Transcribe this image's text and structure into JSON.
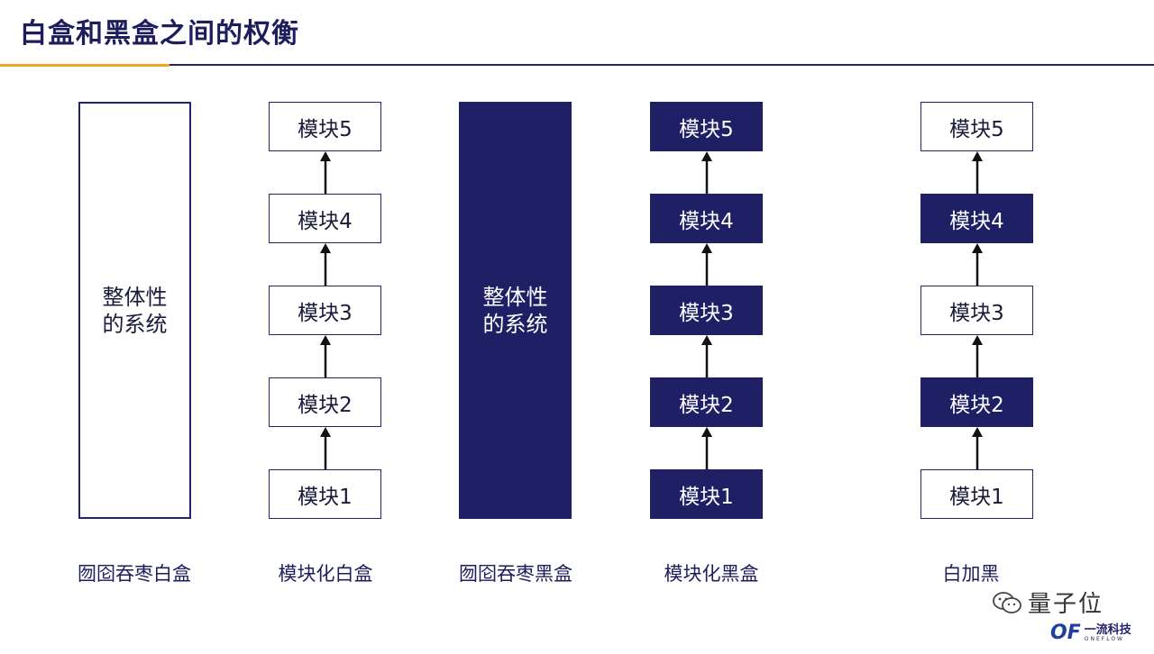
{
  "header": {
    "title": "白盒和黑盒之间的权衡",
    "accent_color": "#f0a51e",
    "primary_color": "#23236e"
  },
  "columns": [
    {
      "caption": "囫囵吞枣白盒",
      "kind": "whole",
      "style": "white",
      "text_line1": "整体性",
      "text_line2": "的系统"
    },
    {
      "caption": "模块化白盒",
      "kind": "modules",
      "modules": [
        {
          "label": "模块5",
          "style": "white"
        },
        {
          "label": "模块4",
          "style": "white"
        },
        {
          "label": "模块3",
          "style": "white"
        },
        {
          "label": "模块2",
          "style": "white"
        },
        {
          "label": "模块1",
          "style": "white"
        }
      ]
    },
    {
      "caption": "囫囵吞枣黑盒",
      "kind": "whole",
      "style": "dark",
      "text_line1": "整体性",
      "text_line2": "的系统"
    },
    {
      "caption": "模块化黑盒",
      "kind": "modules",
      "modules": [
        {
          "label": "模块5",
          "style": "dark"
        },
        {
          "label": "模块4",
          "style": "dark"
        },
        {
          "label": "模块3",
          "style": "dark"
        },
        {
          "label": "模块2",
          "style": "dark"
        },
        {
          "label": "模块1",
          "style": "dark"
        }
      ]
    },
    {
      "caption": "白加黑",
      "kind": "modules",
      "modules": [
        {
          "label": "模块5",
          "style": "white"
        },
        {
          "label": "模块4",
          "style": "dark"
        },
        {
          "label": "模块3",
          "style": "white"
        },
        {
          "label": "模块2",
          "style": "dark"
        },
        {
          "label": "模块1",
          "style": "white"
        }
      ]
    }
  ],
  "watermark": {
    "text": "量子位",
    "brand_mark": "OF",
    "brand_name": "一流科技",
    "brand_sub": "ONEFLOW"
  }
}
